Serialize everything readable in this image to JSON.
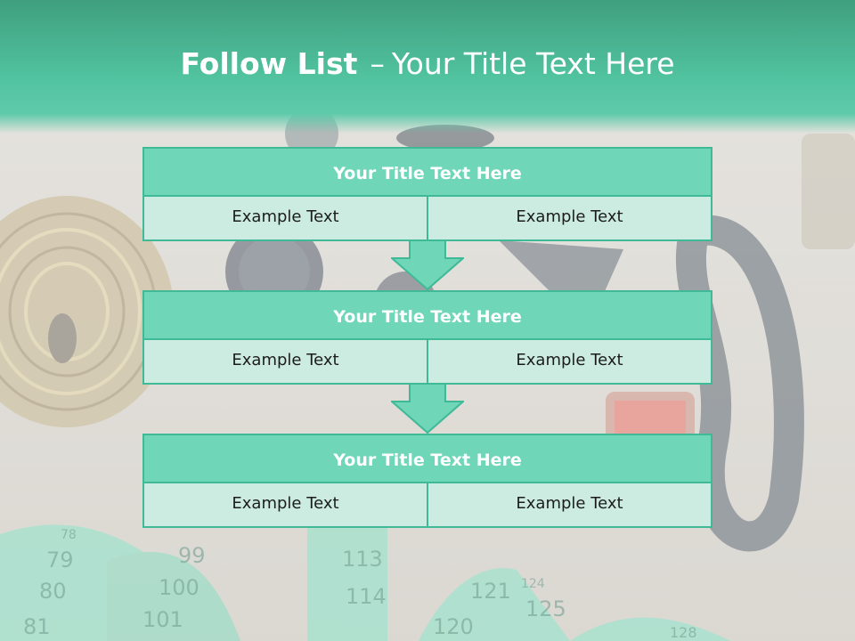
{
  "slide": {
    "title_bold": "Follow List",
    "title_sep": "–",
    "title_rest": "Your Title Text Here"
  },
  "steps": [
    {
      "title": "Your Title Text Here",
      "left": "Example Text",
      "right": "Example Text"
    },
    {
      "title": "Your Title Text Here",
      "left": "Example Text",
      "right": "Example Text"
    },
    {
      "title": "Your Title Text Here",
      "left": "Example Text",
      "right": "Example Text"
    }
  ],
  "background_tape_numbers": [
    "78",
    "79",
    "80",
    "81",
    "99",
    "100",
    "101",
    "113",
    "114",
    "121",
    "120",
    "124",
    "125",
    "128"
  ],
  "colors": {
    "header": "#52c4a0",
    "box_title": "#6fd6b8",
    "box_cell": "#ccece1",
    "border": "#3fb996"
  }
}
